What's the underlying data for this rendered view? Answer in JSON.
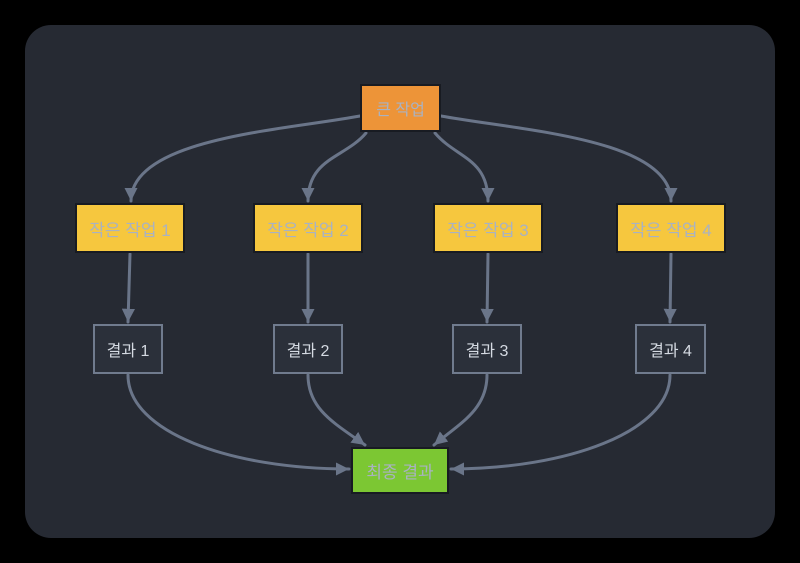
{
  "diagram": {
    "nodes": {
      "root": {
        "label": "큰 작업"
      },
      "tasks": [
        {
          "label": "작은 작업 1"
        },
        {
          "label": "작은 작업 2"
        },
        {
          "label": "작은 작업 3"
        },
        {
          "label": "작은 작업 4"
        }
      ],
      "results": [
        {
          "label": "결과 1"
        },
        {
          "label": "결과 2"
        },
        {
          "label": "결과 3"
        },
        {
          "label": "결과 4"
        }
      ],
      "final": {
        "label": "최종 결과"
      }
    },
    "colors": {
      "canvas_bg": "#000000",
      "panel_bg": "#262A33",
      "root_fill": "#ED9438",
      "task_fill": "#F6C73E",
      "final_fill": "#7CC733",
      "result_fill": "#2B303A",
      "result_border": "#707B8E",
      "edge": "#6A7589",
      "label_on_color": "#A9B2C2",
      "result_text": "#D5DAE2"
    }
  }
}
